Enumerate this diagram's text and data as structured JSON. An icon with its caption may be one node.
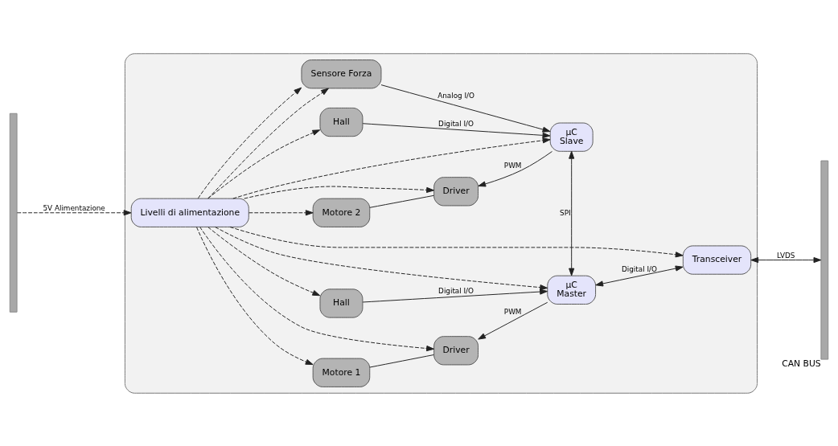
{
  "diagram": {
    "nodes": [
      {
        "text": [],
        "shape": "box"
      },
      {
        "text": [],
        "shape": "bar"
      },
      {
        "text": [
          "Livelli di alimentazione"
        ],
        "in": 0
      },
      {
        "text": [
          "Motore 1"
        ],
        "in": 0
      },
      {
        "text": [
          "Driver"
        ],
        "in": 0
      },
      {
        "text": [
          "µC",
          "Master"
        ],
        "in": 0
      },
      {
        "text": [
          "Transceiver"
        ],
        "in": 0
      },
      {
        "text": [
          "Hall"
        ],
        "in": 0
      },
      {
        "text": [
          "Motore 2"
        ],
        "in": 0
      },
      {
        "text": [
          "Driver"
        ],
        "in": 0
      },
      {
        "text": [
          "µC",
          "Slave"
        ],
        "in": 0
      },
      {
        "text": [
          "Hall"
        ],
        "in": 0
      },
      {
        "text": [
          "Sensore Forza"
        ],
        "in": 0
      },
      {
        "text": [],
        "shape": "bar",
        "beside": [
          "CAN BUS"
        ]
      }
    ],
    "edges": [
      {
        "from": 1,
        "to": 2,
        "arrow": "to",
        "style": "dashed",
        "label": "5V Alimentazione"
      },
      {
        "from": 2,
        "to": 3,
        "arrow": "to",
        "style": "dashed"
      },
      {
        "from": 2,
        "to": 4,
        "arrow": "to",
        "style": "dashed"
      },
      {
        "from": 2,
        "to": 5,
        "arrow": "to",
        "style": "dashed"
      },
      {
        "from": 2,
        "to": 6,
        "arrow": "to",
        "style": "dashed"
      },
      {
        "from": 2,
        "to": 7,
        "arrow": "to",
        "style": "dashed"
      },
      {
        "from": 2,
        "to": 8,
        "arrow": "to",
        "style": "dashed"
      },
      {
        "from": 2,
        "to": 9,
        "arrow": "to",
        "style": "dashed"
      },
      {
        "from": 2,
        "to": 11,
        "arrow": "to",
        "style": "dashed"
      },
      {
        "from": 2,
        "to": 12,
        "arrow": "to",
        "style": "dashed"
      },
      {
        "from": 2,
        "to": 12,
        "arrow": "to",
        "style": "dashed"
      },
      {
        "from": 2,
        "to": 10,
        "arrow": "to",
        "style": "dashed"
      },
      {
        "from": 3,
        "to": 4,
        "arrow": "none"
      },
      {
        "from": 5,
        "to": 4,
        "arrow": "to",
        "label": "PWM"
      },
      {
        "from": 5,
        "to": 6,
        "arrow": "both",
        "label": "Digital I/O"
      },
      {
        "from": 6,
        "to": 13,
        "arrow": "both",
        "label": "LVDS"
      },
      {
        "from": 7,
        "to": 5,
        "arrow": "to",
        "label": "Digital I/O"
      },
      {
        "from": 5,
        "to": 10,
        "arrow": "both",
        "label": "SPI"
      },
      {
        "from": 8,
        "to": 9,
        "arrow": "none"
      },
      {
        "from": 10,
        "to": 9,
        "arrow": "to",
        "label": "PWM"
      },
      {
        "from": 11,
        "to": 10,
        "arrow": "to",
        "label": "Digital I/O"
      },
      {
        "from": 12,
        "to": 10,
        "arrow": "to",
        "label": "Analog I/O"
      }
    ]
  }
}
